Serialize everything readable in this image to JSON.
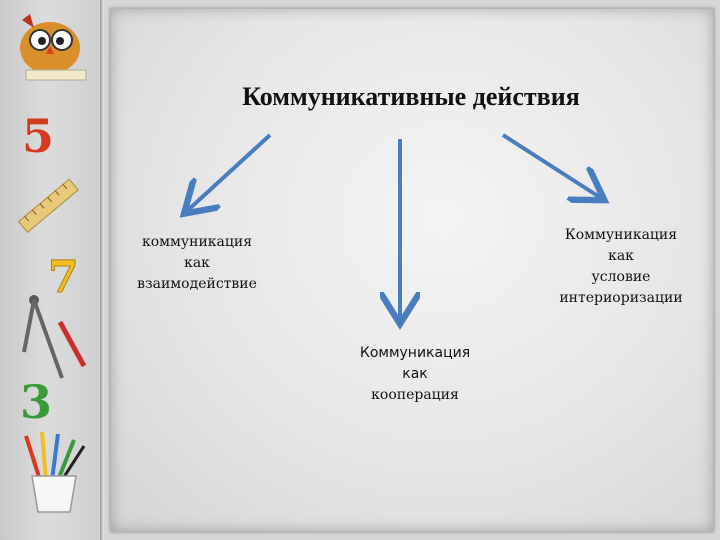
{
  "title": "Коммуникативные действия",
  "nodes": {
    "left": [
      "коммуникация",
      "как",
      "взаимодействие"
    ],
    "middle": [
      "Коммуникация",
      "как",
      "кооперация"
    ],
    "right": [
      "Коммуникация",
      "как",
      "условие",
      "интериоризации"
    ]
  },
  "sidebar": {
    "digits": [
      "5",
      "7",
      "3"
    ]
  },
  "colors": {
    "arrow": "#4a7cc0",
    "digit_5": "#d43a1e",
    "digit_7": "#f0c020",
    "digit_3": "#3a9a3a"
  }
}
